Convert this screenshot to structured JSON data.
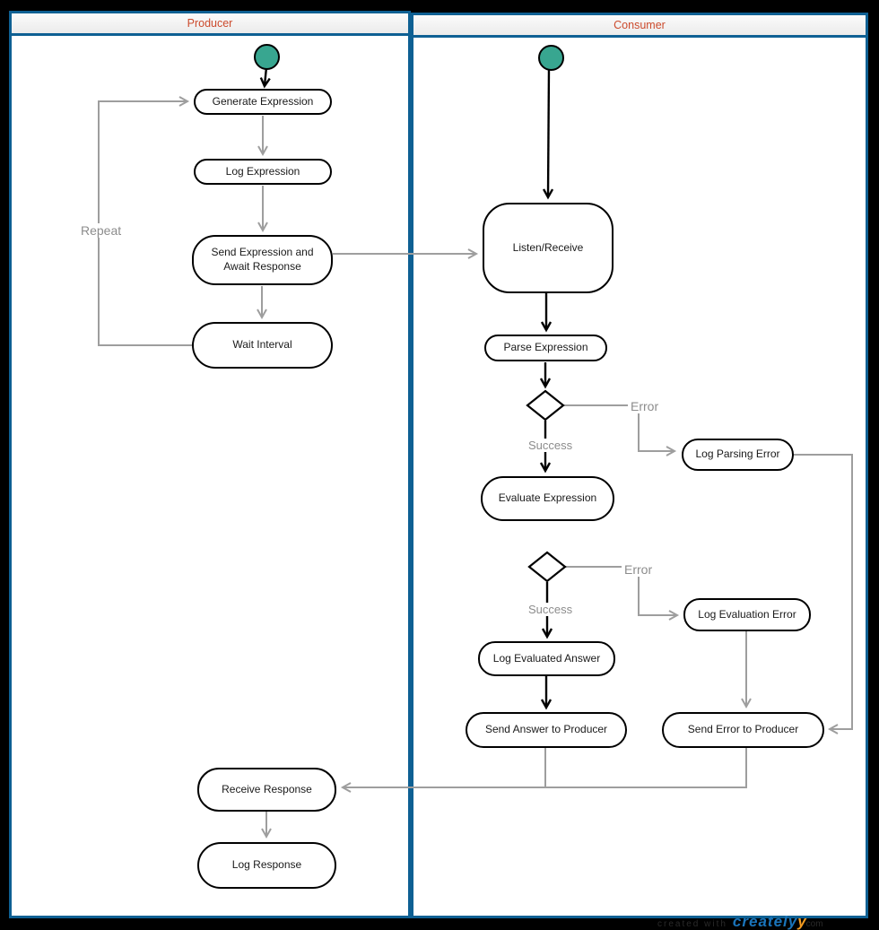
{
  "lanes": {
    "producer": {
      "title": "Producer"
    },
    "consumer": {
      "title": "Consumer"
    }
  },
  "nodes": {
    "generate_expression": {
      "label": "Generate Expression"
    },
    "log_expression": {
      "label": "Log Expression"
    },
    "send_expression": {
      "label": "Send Expression and Await Response"
    },
    "wait_interval": {
      "label": "Wait Interval"
    },
    "receive_response": {
      "label": "Receive Response"
    },
    "log_response": {
      "label": "Log Response"
    },
    "listen_receive": {
      "label": "Listen/Receive"
    },
    "parse_expression": {
      "label": "Parse Expression"
    },
    "evaluate_expression": {
      "label": "Evaluate Expression"
    },
    "log_parsing_error": {
      "label": "Log Parsing Error"
    },
    "log_evaluation_error": {
      "label": "Log Evaluation Error"
    },
    "log_evaluated_answer": {
      "label": "Log Evaluated Answer"
    },
    "send_answer": {
      "label": "Send Answer to Producer"
    },
    "send_error": {
      "label": "Send Error to Producer"
    }
  },
  "edge_labels": {
    "repeat": "Repeat",
    "parse_success": "Success",
    "parse_error": "Error",
    "eval_success": "Success",
    "eval_error": "Error"
  },
  "watermark": {
    "prefix": "created with",
    "brand": "creately",
    "accent": "y",
    "suffix": "com"
  },
  "colors": {
    "lane_border": "#0e6093",
    "header_text": "#cc4b2d",
    "start_fill": "#38a690",
    "edge_gray": "#9e9e9e",
    "edge_black": "#000000"
  }
}
